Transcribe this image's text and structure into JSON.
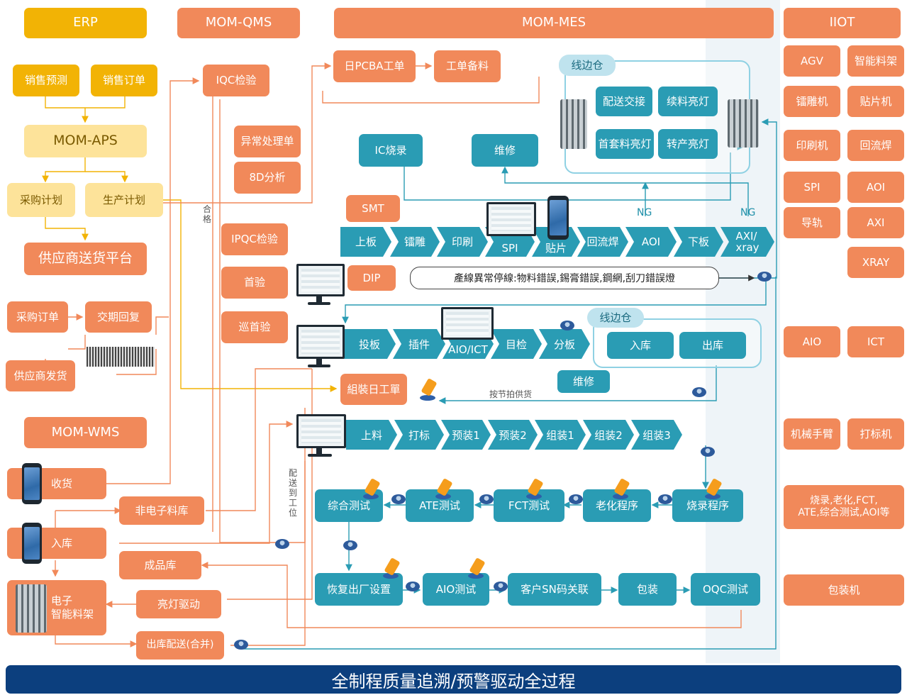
{
  "headers": {
    "erp": "ERP",
    "qms": "MOM-QMS",
    "mes": "MOM-MES",
    "iiot": "IIOT"
  },
  "erp": {
    "sales_forecast": "销售预测",
    "sales_order": "销售订单",
    "aps": "MOM-APS",
    "purchase_plan": "采购计划",
    "production_plan": "生产计划",
    "supplier_platform": "供应商送货平台",
    "purchase_order": "采购订单",
    "delivery_reply": "交期回复",
    "supplier_ship": "供应商发货"
  },
  "wms": {
    "title": "MOM-WMS",
    "receive": "收货",
    "inbound": "入库",
    "e_shelf": "电子\n智能料架",
    "non_e_store": "非电子料库",
    "finished_store": "成品库",
    "light_drive": "亮灯驱动",
    "outbound": "出库配送(合并)"
  },
  "qms": {
    "iqc": "IQC检验",
    "exception": "异常处理单",
    "analysis_8d": "8D分析",
    "ipqc": "IPQC检验",
    "first_check": "首验",
    "patrol_check": "巡首验",
    "pass": "合格",
    "deliver_to": "配送到工位"
  },
  "mes": {
    "pcba_order": "日PCBA工单",
    "material_prep": "工单备料",
    "line_store": "线边仓",
    "handover": "配送交接",
    "refill_light": "续料亮灯",
    "first_set_light": "首套料亮灯",
    "changeover_light": "转产亮灯",
    "ic_burn": "IC烧录",
    "repair": "维修",
    "smt": "SMT",
    "ng1": "NG",
    "ng2": "NG",
    "smt_line": [
      "上板",
      "镭雕",
      "印刷",
      "SPI",
      "贴片",
      "回流焊",
      "AOI",
      "下板",
      "AXI/\nxray"
    ],
    "dip": "DIP",
    "alarm": "產線異常停線:物料錯誤,錫膏錯誤,鋼網,刮刀錯誤燈",
    "dip_line": [
      "投板",
      "插件",
      "AIO/ICT",
      "目检",
      "分板"
    ],
    "line_store2": "线边仓",
    "in_store": "入库",
    "out_store": "出库",
    "repair2": "维修",
    "assembly_order": "組裝日工單",
    "takt_supply": "按节拍供货",
    "assy_line": [
      "上料",
      "打标",
      "预装1",
      "预装2",
      "组装1",
      "组装2",
      "组装3"
    ],
    "test_row1": [
      "综合测试",
      "ATE测试",
      "FCT测试",
      "老化程序",
      "烧录程序"
    ],
    "test_row2": [
      "恢复出厂设置",
      "AIO测试",
      "客户SN码关联",
      "包装",
      "OQC测试"
    ]
  },
  "iiot": {
    "devices": [
      "AGV",
      "智能料架",
      "镭雕机",
      "贴片机",
      "印刷机",
      "回流焊",
      "SPI",
      "AOI",
      "导轨",
      "AXI",
      "XRAY",
      "AIO",
      "ICT",
      "机械手臂",
      "打标机"
    ],
    "test_group": "烧录,老化,FCT,\nATE,综合测试,AOI等",
    "packer": "包装机"
  },
  "banner": "全制程质量追溯/预警驱动全过程"
}
